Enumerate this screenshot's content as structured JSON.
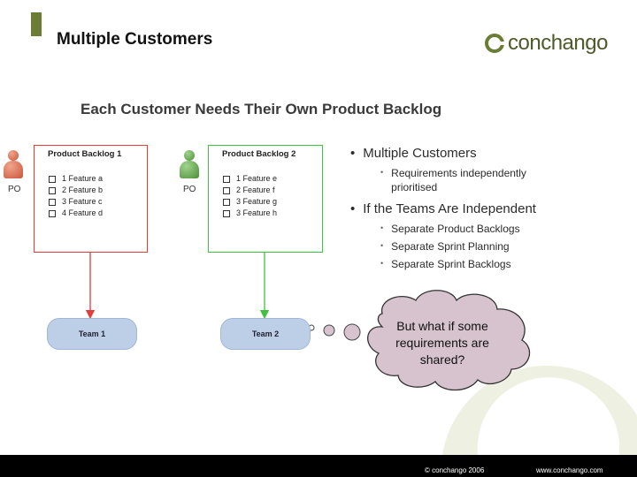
{
  "slide": {
    "title": "Multiple Customers",
    "subtitle": "Each Customer Needs Their Own Product Backlog",
    "logo_text": "conchango"
  },
  "backlog1": {
    "title": "Product Backlog 1",
    "items": [
      "1 Feature a",
      "2 Feature b",
      "3 Feature c",
      "4 Feature d"
    ]
  },
  "backlog2": {
    "title": "Product Backlog 2",
    "items": [
      "1 Feature e",
      "2 Feature f",
      "3 Feature g",
      "3 Feature h"
    ]
  },
  "owners": {
    "po1": "PO",
    "po2": "PO"
  },
  "teams": {
    "team1": "Team 1",
    "team2": "Team 2"
  },
  "bullets": {
    "b1": "Multiple Customers",
    "b1_sub1": "Requirements independently prioritised",
    "b2": "If the Teams Are Independent",
    "b2_sub1": "Separate Product Backlogs",
    "b2_sub2": "Separate Sprint Planning",
    "b2_sub3": "Separate Sprint Backlogs"
  },
  "callout": "But what if some requirements are shared?",
  "footer": {
    "copyright": "© conchango 2006",
    "website": "www.conchango.com"
  },
  "colors": {
    "accent": "#6b7c35",
    "backlog1_border": "#e23c3c",
    "backlog2_border": "#3fc23f",
    "team_fill": "#bccfe7",
    "cloud_fill": "#d6c3cd"
  }
}
